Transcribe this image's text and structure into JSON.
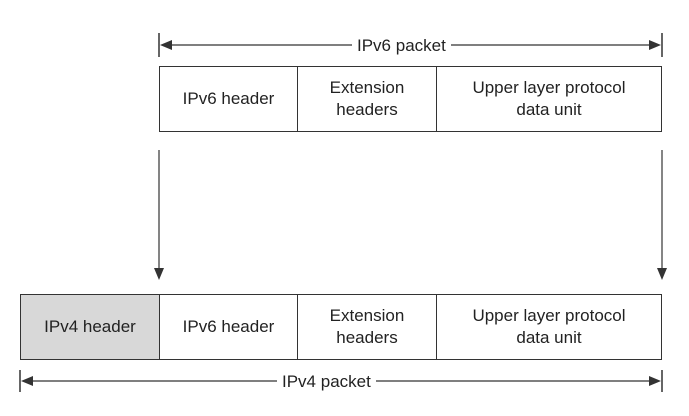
{
  "diagram": {
    "ipv6_packet": {
      "label": "IPv6 packet",
      "segments": [
        {
          "label": "IPv6 header"
        },
        {
          "label": "Extension\nheaders"
        },
        {
          "label": "Upper layer protocol\ndata unit"
        }
      ]
    },
    "ipv4_packet": {
      "label": "IPv4 packet",
      "segments": [
        {
          "label": "IPv4 header"
        },
        {
          "label": "IPv6 header"
        },
        {
          "label": "Extension\nheaders"
        },
        {
          "label": "Upper layer protocol\ndata unit"
        }
      ]
    },
    "colors": {
      "line": "#333333",
      "ipv4_header_fill": "#d8d8d8"
    }
  }
}
